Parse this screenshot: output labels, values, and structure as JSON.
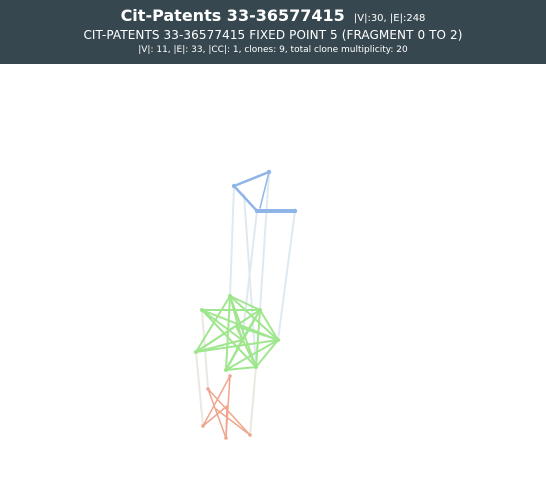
{
  "header": {
    "title": "Cit-Patents 33-36577415",
    "title_stats": "|V|:30, |E|:248",
    "subtitle": "CIT-PATENTS 33-36577415 FIXED POINT 5 (FRAGMENT 0 TO 2)",
    "stats": "|V|: 11, |E|: 33, |CC|: 1, clones: 9, total clone multiplicity: 20",
    "background_color": "#37474f"
  },
  "graph": {
    "layer_colors": {
      "top": "#8fb4e8",
      "middle": "#9be58a",
      "bottom": "#f0a58c",
      "clone_links": "#d9e6ee"
    }
  }
}
